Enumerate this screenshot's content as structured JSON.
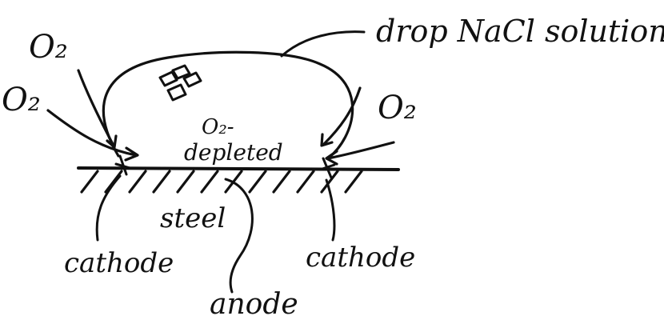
{
  "labels": {
    "drop": "drop NaCl solution",
    "o2_top_left": "O₂",
    "o2_left": "O₂",
    "o2_right": "O₂",
    "o2_depleted_line1": "O₂-",
    "o2_depleted_line2": "depleted",
    "steel": "steel",
    "cathode_left": "cathode",
    "cathode_right": "cathode",
    "anode": "anode"
  },
  "colors": {
    "ink": "#111111",
    "background": "#ffffff"
  }
}
